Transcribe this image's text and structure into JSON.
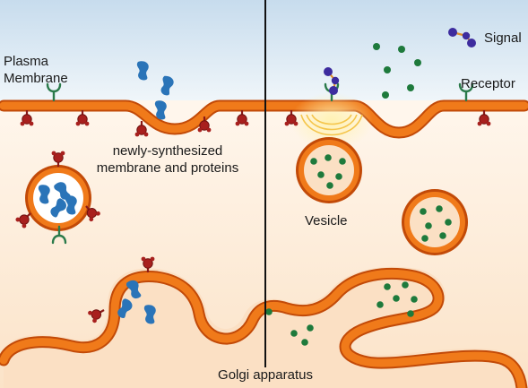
{
  "labels": {
    "plasma_membrane_line1": "Plasma",
    "plasma_membrane_line2": "Membrane",
    "signal": "Signal",
    "receptor": "Receptor",
    "newly_synthesized_line1": "newly-synthesized",
    "newly_synthesized_line2": "membrane and proteins",
    "vesicle": "Vesicle",
    "golgi_apparatus": "Golgi apparatus"
  },
  "colors": {
    "membrane_orange": "#f07a1a",
    "membrane_outline": "#c24a08",
    "cytoplasm_peach": "#fbe0c4",
    "vesicle_interior": "#f6d4aa",
    "extracellular_blue": "#dce9f3",
    "signal_purple": "#3d2c9e",
    "signal_link": "#e0902a",
    "cargo_green": "#1e7a3c",
    "membrane_protein_blue": "#2a74b8",
    "protein_red": "#a8201e",
    "receptor_green": "#2a7a4a",
    "divider": "#111111"
  }
}
